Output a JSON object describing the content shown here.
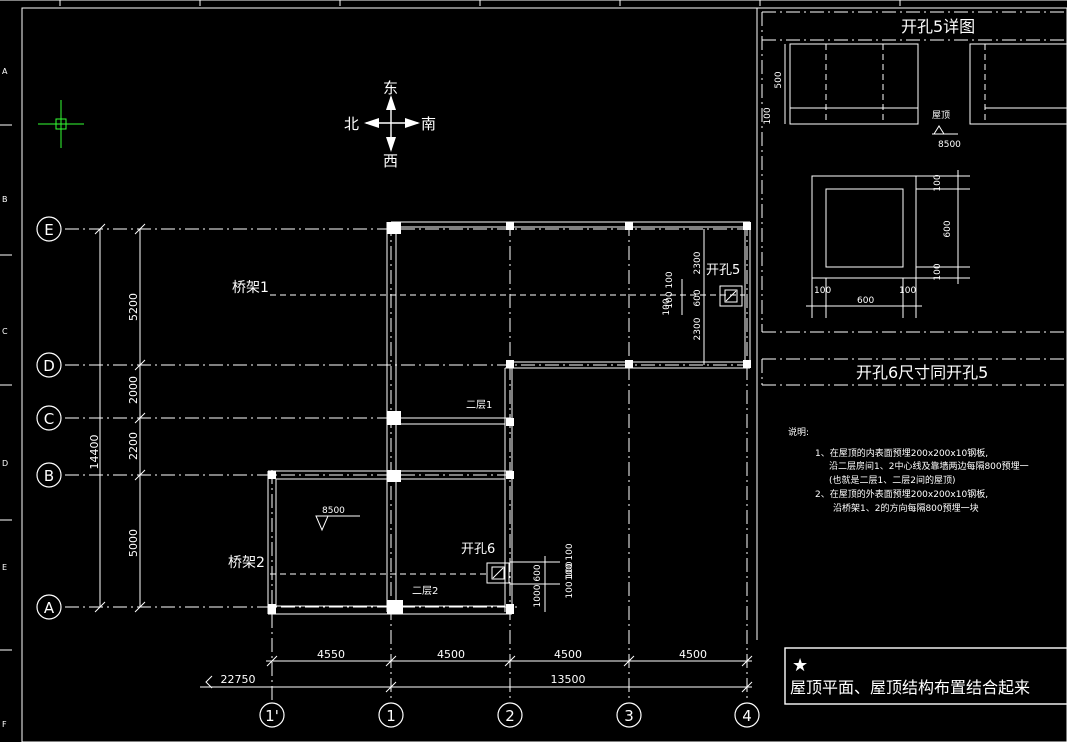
{
  "compass": {
    "north": "北",
    "south": "南",
    "east": "东",
    "west": "西"
  },
  "axes_rows": [
    "E",
    "D",
    "C",
    "B",
    "A"
  ],
  "axes_cols": [
    "1'",
    "1",
    "2",
    "3",
    "4"
  ],
  "dims_left": {
    "total": "14400",
    "segments": [
      "5200",
      "2000",
      "2200",
      "5000"
    ]
  },
  "dims_bottom": {
    "segments": [
      "4550",
      "4500",
      "4500",
      "4500"
    ],
    "overall_left": "22750",
    "overall_right": "13500"
  },
  "labels": {
    "bridge1": "桥架1",
    "bridge2": "桥架2",
    "floor2_a": "二层1",
    "floor2_b": "二层2",
    "opening5": "开孔5",
    "opening6": "开孔6",
    "elev": "8500",
    "op5_dims": [
      "2300",
      "100 100",
      "600",
      "100",
      "2300"
    ],
    "op6_dims": [
      "100 100",
      "600",
      "1000",
      "100 100"
    ]
  },
  "detail": {
    "title": "开孔5详图",
    "roof_label": "屋顶",
    "roof_elev": "8500",
    "dims_a": [
      "500",
      "100"
    ],
    "dims_b": [
      "100",
      "600",
      "100"
    ],
    "dims_c": [
      "100",
      "600",
      "100"
    ],
    "opening6_note": "开孔6尺寸同开孔5"
  },
  "notes": {
    "heading": "说明:",
    "lines": [
      "1、在屋顶的内表面预埋200x200x10钢板,",
      "沿二层房间1、2中心线及靠墙两边每隔800预埋一",
      "(也就是二层1、二层2间的屋顶)",
      "2、在屋顶的外表面预埋200x200x10钢板,",
      "沿桥架1、2的方向每隔800预埋一块"
    ]
  },
  "callout": {
    "star": "★",
    "text": "屋顶平面、屋顶结构布置结合起来"
  },
  "border_letters": [
    "A",
    "B",
    "C",
    "D",
    "E",
    "F"
  ]
}
